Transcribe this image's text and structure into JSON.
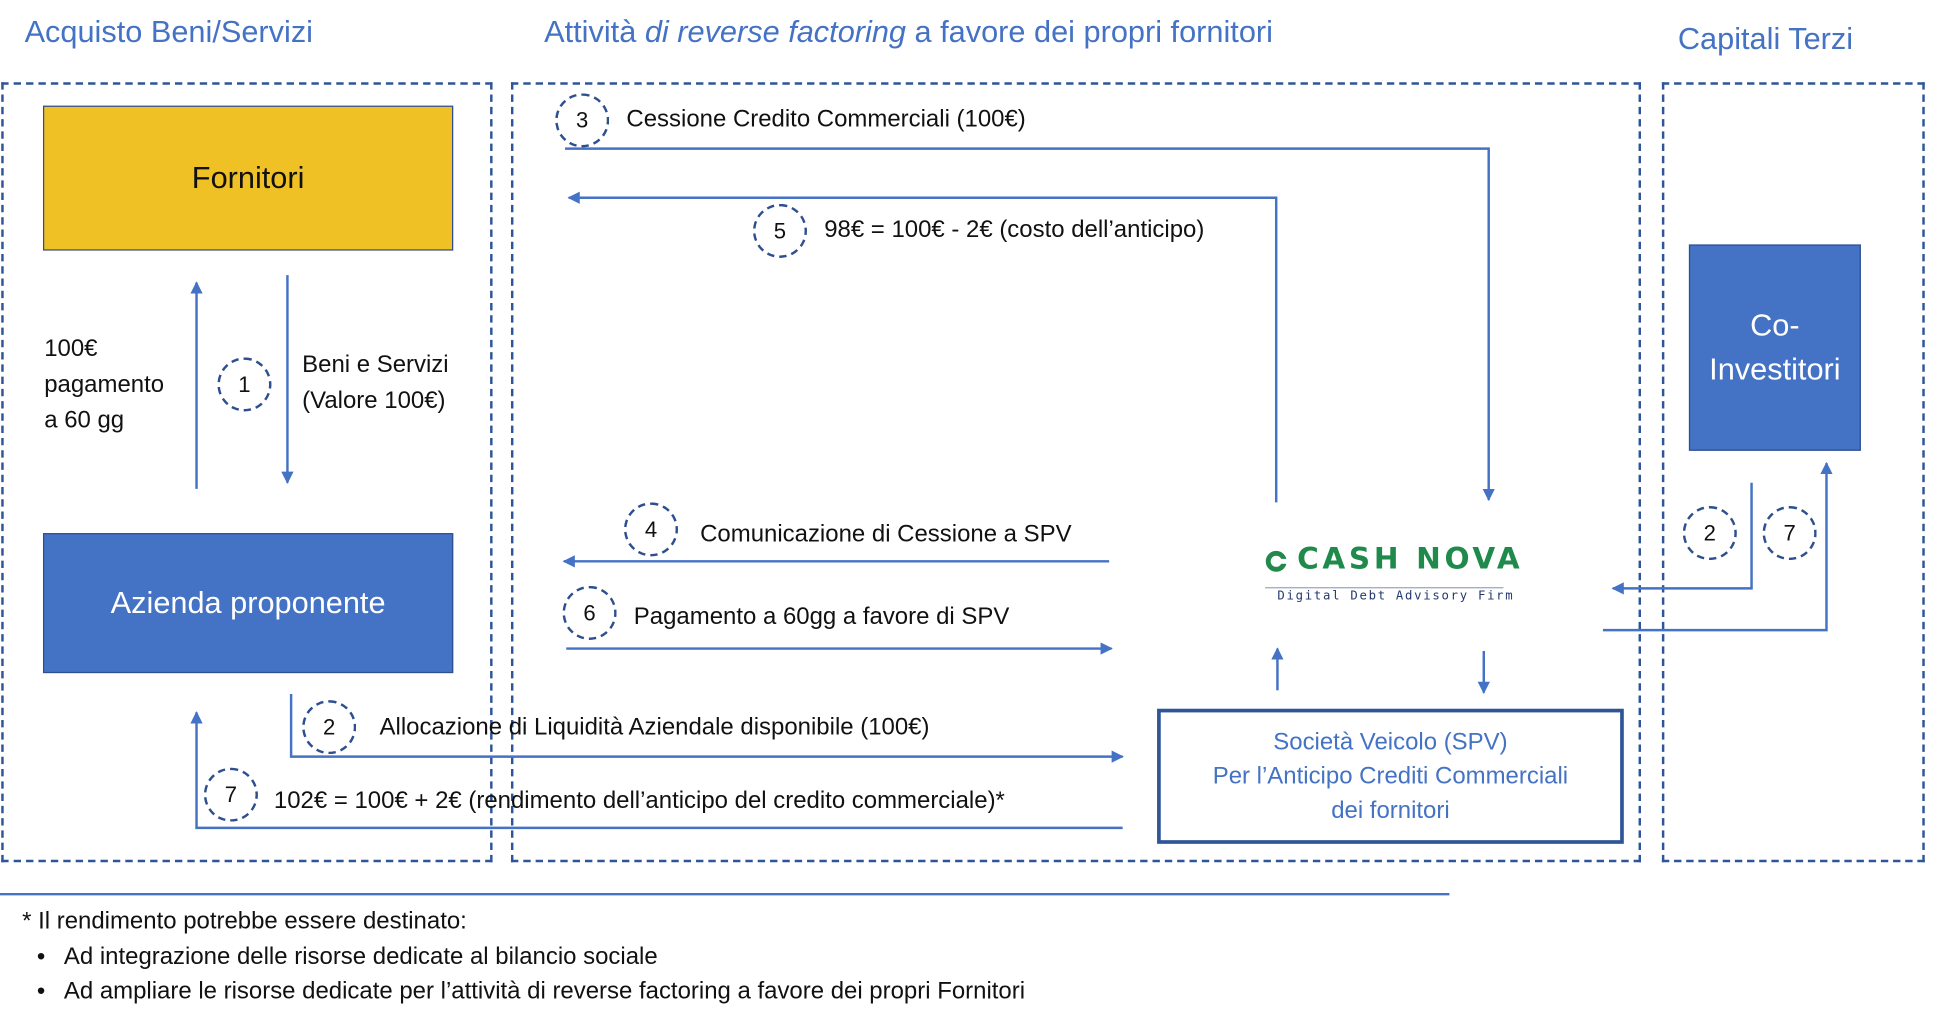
{
  "headers": {
    "acquisto": "Acquisto Beni/Servizi",
    "reverse_pre": "Attività ",
    "reverse_em": "di reverse factoring",
    "reverse_post": " a favore dei propri fornitori",
    "capitali": "Capitali Terzi"
  },
  "boxes": {
    "fornitori": "Fornitori",
    "azienda": "Azienda proponente",
    "coinvestitori_line1": "Co-",
    "coinvestitori_line2": "Investitori",
    "spv_line1": "Società Veicolo (SPV)",
    "spv_line2": "Per l’Anticipo Crediti Commerciali",
    "spv_line3": "dei fornitori"
  },
  "colors": {
    "fornitori_fill": "#efc125",
    "azienda_fill": "#4472c4",
    "arrow": "#4472c4",
    "dash_border": "#2e5598",
    "logo_green": "#1f8a4c",
    "logo_text": "#23386e"
  },
  "logo": {
    "name": "CASH NOVA",
    "tagline": "Digital Debt Advisory Firm"
  },
  "steps": {
    "s1": "1",
    "s2": "2",
    "s3": "3",
    "s4": "4",
    "s5": "5",
    "s6": "6",
    "s7": "7"
  },
  "labels": {
    "pagamento_l1": "100€",
    "pagamento_l2": "pagamento",
    "pagamento_l3": "a 60 gg",
    "beni_l1": "Beni e Servizi",
    "beni_l2": "(Valore 100€)",
    "cessione": "Cessione Credito Commerciali (100€)",
    "costo": "98€ = 100€ - 2€ (costo dell’anticipo)",
    "comunicazione": "Comunicazione di Cessione a SPV",
    "pagamento_spv": "Pagamento a 60gg a favore di SPV",
    "allocazione": "Allocazione di Liquidità Aziendale disponibile (100€)",
    "rendimento": "102€ = 100€ + 2€ (rendimento dell’anticipo del credito commerciale)*"
  },
  "footnote": {
    "intro": "* Il rendimento potrebbe essere destinato:",
    "bullets": [
      "Ad integrazione delle risorse dedicate al bilancio sociale",
      "Ad ampliare le risorse dedicate per l’attività di reverse factoring a favore dei propri Fornitori"
    ]
  }
}
